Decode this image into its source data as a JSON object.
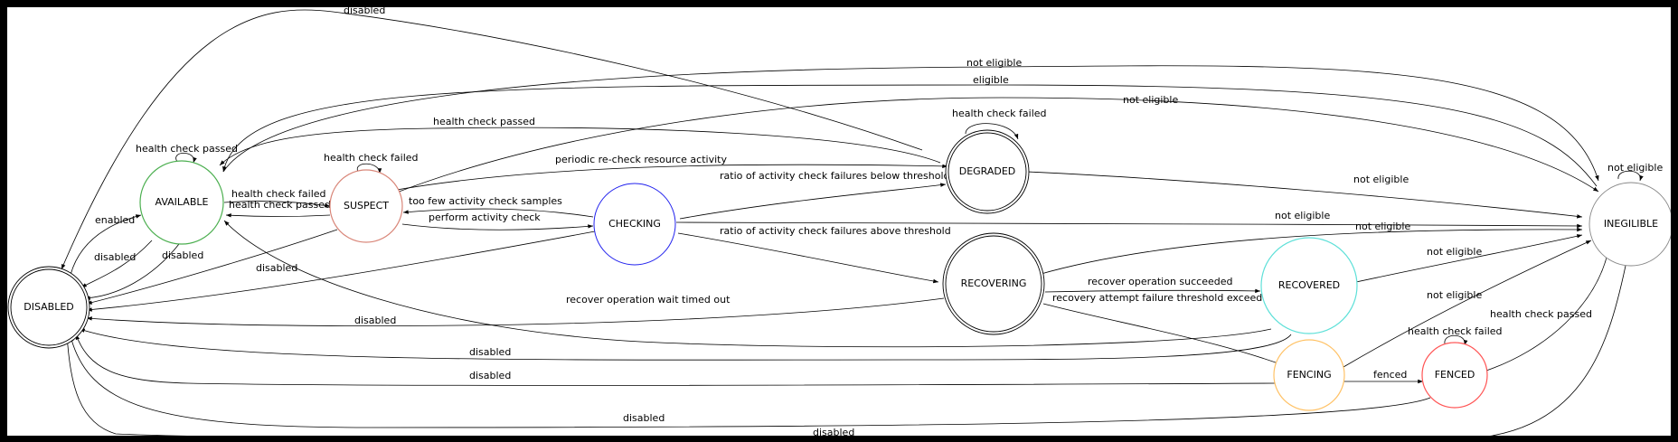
{
  "diagram": {
    "nodes": {
      "available": {
        "label": "AVAILABLE",
        "color": "#4caf50"
      },
      "disabled": {
        "label": "DISABLED",
        "color": "#000000"
      },
      "suspect": {
        "label": "SUSPECT",
        "color": "#d9877a"
      },
      "checking": {
        "label": "CHECKING",
        "color": "#2222ee"
      },
      "degraded": {
        "label": "DEGRADED",
        "color": "#000000"
      },
      "recovering": {
        "label": "RECOVERING",
        "color": "#000000"
      },
      "recovered": {
        "label": "RECOVERED",
        "color": "#5ee0d8"
      },
      "fencing": {
        "label": "FENCING",
        "color": "#ffc266"
      },
      "fenced": {
        "label": "FENCED",
        "color": "#ff5555"
      },
      "ineligible": {
        "label": "INEGILIBLE",
        "color": "#888888"
      }
    },
    "edge_labels": {
      "available_disabled_top": "disabled",
      "suspect_ineligible": "not eligible",
      "ineligible_available": "eligible",
      "degraded_ineligible_top": "not eligible",
      "degraded_self": "health check failed",
      "available_self": "health check passed",
      "degraded_available": "health check passed",
      "suspect_self": "health check failed",
      "suspect_degraded": "periodic re-check resource activity",
      "checking_degraded": "ratio of activity check failures below threshold",
      "ineligible_self": "not eligible",
      "degraded_ineligible": "not eligible",
      "available_suspect": "health check failed",
      "suspect_available": "health check passed",
      "checking_suspect": "too few activity check samples",
      "suspect_checking": "perform activity check",
      "checking_ineligible": "not eligible",
      "disabled_available": "enabled",
      "recovering_ineligible": "not eligible",
      "checking_recovering": "ratio of activity check failures above threshold",
      "available_disabled": "disabled",
      "available_disabled_2": "disabled",
      "suspect_disabled": "disabled",
      "recovered_ineligible": "not eligible",
      "recovering_recovered": "recover operation succeeded",
      "recovering_fencing": "recovery attempt failure threshold exceeded",
      "recovered_available": "recover operation wait timed out",
      "recovering_disabled": "disabled",
      "fencing_ineligible": "not eligible",
      "recovered_disabled": "disabled",
      "fenced_self": "health check failed",
      "fenced_ineligible": "health check passed",
      "fencing_disabled": "disabled",
      "fencing_fenced": "fenced",
      "fenced_disabled": "disabled",
      "ineligible_disabled": "disabled"
    }
  }
}
